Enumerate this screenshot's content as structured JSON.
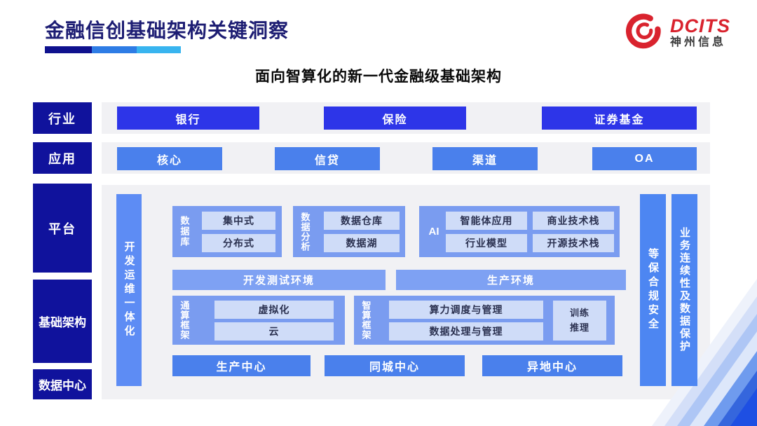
{
  "header": {
    "title": "金融信创基础架构关键洞察",
    "logo": {
      "brand": "DCITS",
      "company": "神州信息"
    }
  },
  "subtitle": "面向智算化的新一代金融级基础架构",
  "side_labels": {
    "industry": "行业",
    "application": "应用",
    "platform": "平台",
    "infrastructure": "基础架构",
    "datacenter": "数据中心"
  },
  "industry_row": {
    "items": [
      "银行",
      "保险",
      "证券基金"
    ]
  },
  "application_row": {
    "items": [
      "核心",
      "信贷",
      "渠道",
      "OA"
    ]
  },
  "panel": {
    "devops_bar": "开发运维一体化",
    "database": {
      "label": "数据库",
      "items": [
        "集中式",
        "分布式"
      ]
    },
    "analytics": {
      "label": "数据分析",
      "items": [
        "数据仓库",
        "数据湖"
      ]
    },
    "ai": {
      "label": "AI",
      "items": [
        "智能体应用",
        "商业技术栈",
        "行业模型",
        "开源技术栈"
      ]
    },
    "environments": [
      "开发测试环境",
      "生产环境"
    ],
    "general_compute": {
      "label": "通算框架",
      "items": [
        "虚拟化",
        "云"
      ]
    },
    "ai_compute": {
      "label": "智算框架",
      "items": [
        "算力调度与管理",
        "数据处理与管理"
      ],
      "side_lines": [
        "训练",
        "推理"
      ]
    },
    "centers": [
      "生产中心",
      "同城中心",
      "异地中心"
    ],
    "security_bar": "等保合规安全",
    "continuity_bar": "业务连续性及数据保护"
  },
  "colors": {
    "title_navy": "#1d1d73",
    "label_navy": "#10129c",
    "accent_strong": "#2d35e8",
    "accent_medium": "#4a80ec",
    "container_blue": "#7a9cf0",
    "devops_blue": "#5d8cf4",
    "logo_red": "#d9232e",
    "panel_gray": "#f1f1f4"
  }
}
